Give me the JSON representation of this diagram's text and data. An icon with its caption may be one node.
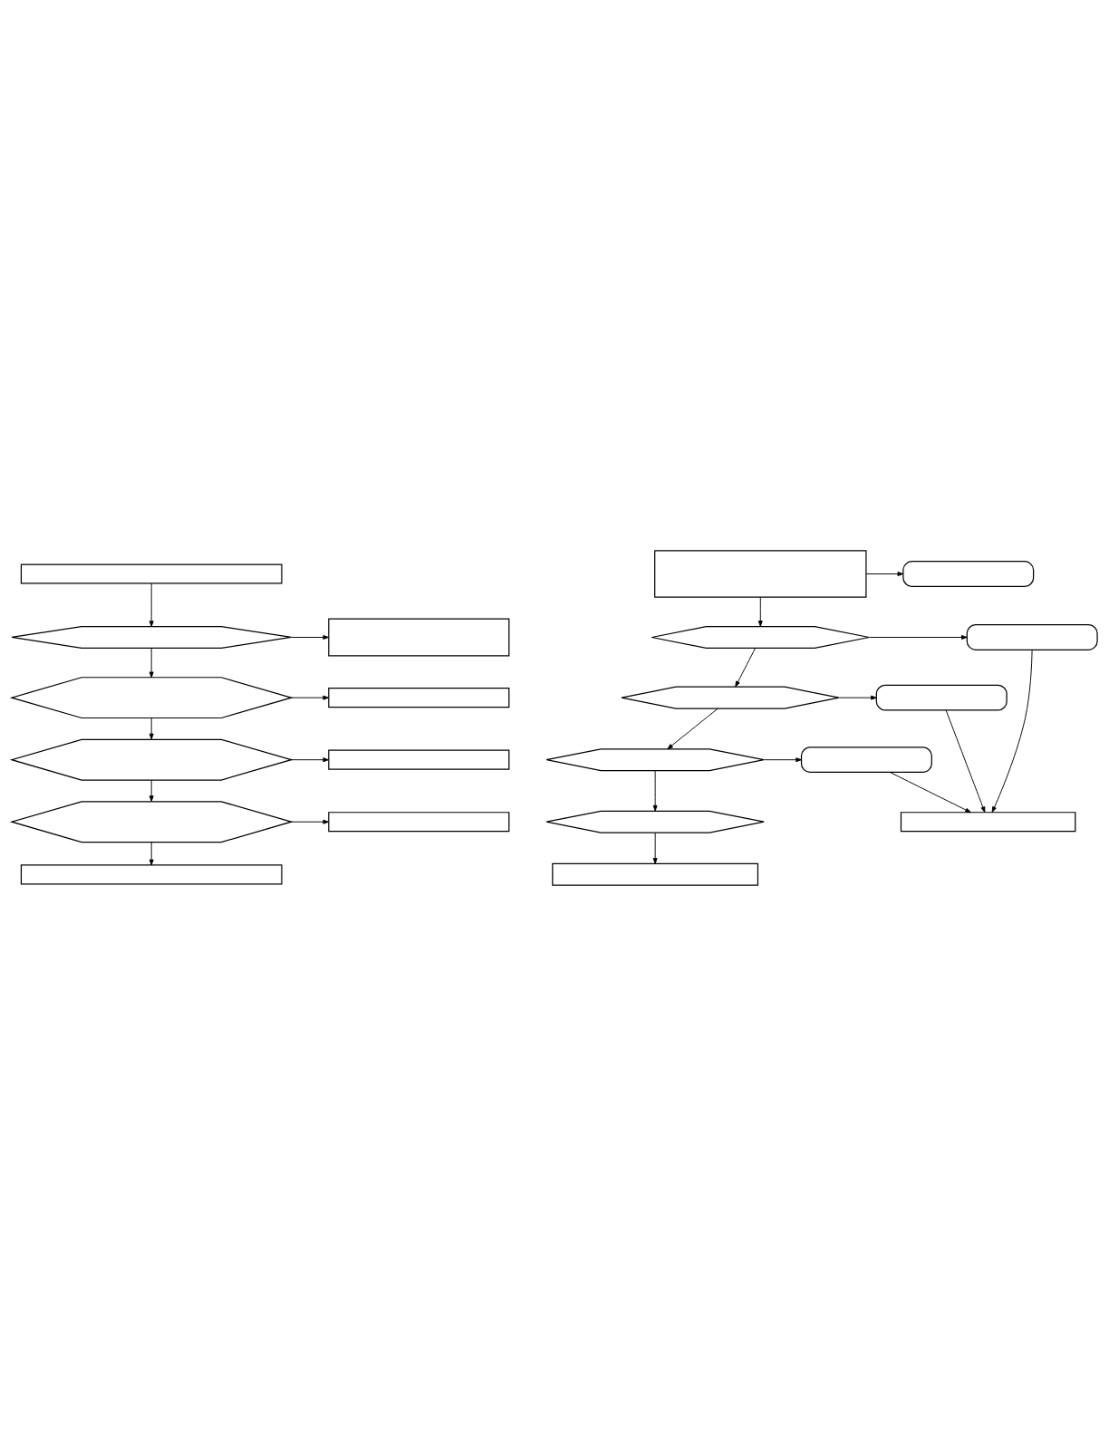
{
  "diagram": {
    "nodes": [
      {
        "text": [],
        "shape": "box"
      },
      {
        "text": [],
        "shape": "hexagon"
      },
      {
        "text": [],
        "shape": "box"
      },
      {
        "text": [],
        "shape": "hexagon"
      },
      {
        "text": [],
        "shape": "box"
      },
      {
        "text": [],
        "shape": "hexagon"
      },
      {
        "text": [],
        "shape": "box"
      },
      {
        "text": [],
        "shape": "hexagon"
      },
      {
        "text": [],
        "shape": "box"
      },
      {
        "text": [],
        "shape": "box"
      },
      {
        "text": [],
        "shape": "box"
      },
      {
        "text": [],
        "shape": "stadium"
      },
      {
        "text": [],
        "shape": "hexagon"
      },
      {
        "text": [],
        "shape": "stadium"
      },
      {
        "text": [],
        "shape": "hexagon"
      },
      {
        "text": [],
        "shape": "stadium"
      },
      {
        "text": [],
        "shape": "hexagon"
      },
      {
        "text": [],
        "shape": "stadium"
      },
      {
        "text": [],
        "shape": "hexagon"
      },
      {
        "text": [],
        "shape": "box"
      },
      {
        "text": [],
        "shape": "box"
      }
    ],
    "edges": [
      {
        "from": 0,
        "to": 1,
        "arrow": "to"
      },
      {
        "from": 1,
        "to": 2,
        "arrow": "to"
      },
      {
        "from": 1,
        "to": 3,
        "arrow": "to"
      },
      {
        "from": 3,
        "to": 4,
        "arrow": "to"
      },
      {
        "from": 3,
        "to": 5,
        "arrow": "to"
      },
      {
        "from": 5,
        "to": 6,
        "arrow": "to"
      },
      {
        "from": 5,
        "to": 7,
        "arrow": "to"
      },
      {
        "from": 7,
        "to": 8,
        "arrow": "to"
      },
      {
        "from": 7,
        "to": 9,
        "arrow": "to"
      },
      {
        "from": 10,
        "to": 11,
        "arrow": "to"
      },
      {
        "from": 10,
        "to": 12,
        "arrow": "to"
      },
      {
        "from": 12,
        "to": 13,
        "arrow": "to"
      },
      {
        "from": 12,
        "to": 14,
        "arrow": "to"
      },
      {
        "from": 14,
        "to": 15,
        "arrow": "to"
      },
      {
        "from": 14,
        "to": 16,
        "arrow": "to"
      },
      {
        "from": 16,
        "to": 17,
        "arrow": "to"
      },
      {
        "from": 16,
        "to": 18,
        "arrow": "to"
      },
      {
        "from": 13,
        "to": 19,
        "arrow": "to"
      },
      {
        "from": 15,
        "to": 19,
        "arrow": "to"
      },
      {
        "from": 17,
        "to": 19,
        "arrow": "to"
      },
      {
        "from": 18,
        "to": 20,
        "arrow": "to"
      }
    ]
  }
}
